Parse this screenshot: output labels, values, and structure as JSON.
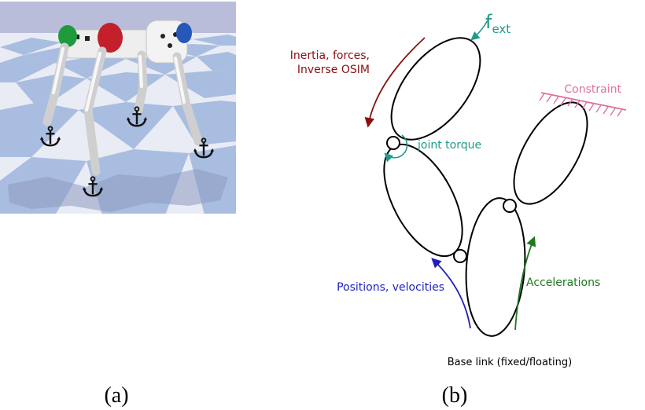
{
  "panel_a": {
    "caption": "(a)",
    "colors": {
      "sky": "#b9bdd9",
      "floor_light": "#e9ecf4",
      "floor_dark": "#a9bde0",
      "robot_body": "#eeeeee",
      "hip_green": "#1f9a3c",
      "hip_red": "#c4202b",
      "hip_blue": "#2757b8",
      "anchor": "#111111"
    },
    "anchor_icon": "anchor-icon"
  },
  "panel_b": {
    "caption": "(b)",
    "labels": {
      "f_ext_main": "f",
      "f_ext_sub": "ext",
      "inertia_line1": "Inertia, forces,",
      "inertia_line2": "Inverse OSIM",
      "joint_torque": "joint torque",
      "constraint": "Constraint",
      "positions": "Positions, velocities",
      "accelerations": "Accelerations",
      "base_link": "Base link (fixed/floating)"
    },
    "colors": {
      "f_ext": "#1f9a8a",
      "inertia": "#8b1010",
      "joint_torque": "#1f9a8a",
      "constraint": "#e070a0",
      "positions": "#1f1fbf",
      "accelerations": "#1d7a1d",
      "link": "#000000"
    }
  }
}
